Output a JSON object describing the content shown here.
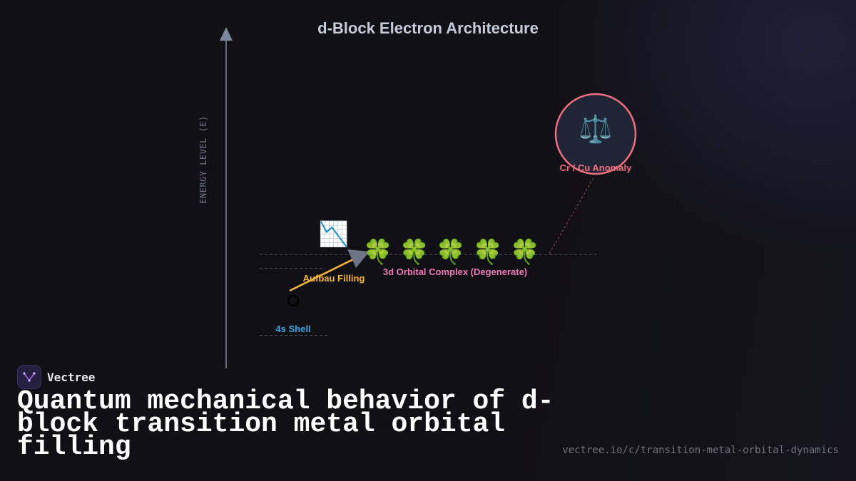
{
  "diagram": {
    "title": "d-Block Electron Architecture",
    "axis_label": "ENERGY LEVEL (E)",
    "arrow_label": "Aufbau Filling",
    "arrow_icon": "📉",
    "s_shell": {
      "label": "4s Shell",
      "icon": "⚪"
    },
    "d_orbitals": {
      "label": "3d Orbital Complex (Degenerate)",
      "icons": [
        "🍀",
        "🍀",
        "🍀",
        "🍀",
        "🍀"
      ]
    },
    "anomaly": {
      "label": "Cr / Cu Anomaly",
      "icon": "⚖️"
    },
    "colors": {
      "title": "#c5cbdb",
      "axis": "#7d879e",
      "aufbau": "#f5b73b",
      "s_shell": "#38a8e8",
      "d_orbitals": "#f07ab8",
      "anomaly": "#f06f7f"
    }
  },
  "footer": {
    "brand": "Vectree",
    "headline": "Quantum mechanical behavior of d-block transition metal orbital filling",
    "url": "vectree.io/c/transition-metal-orbital-dynamics"
  }
}
